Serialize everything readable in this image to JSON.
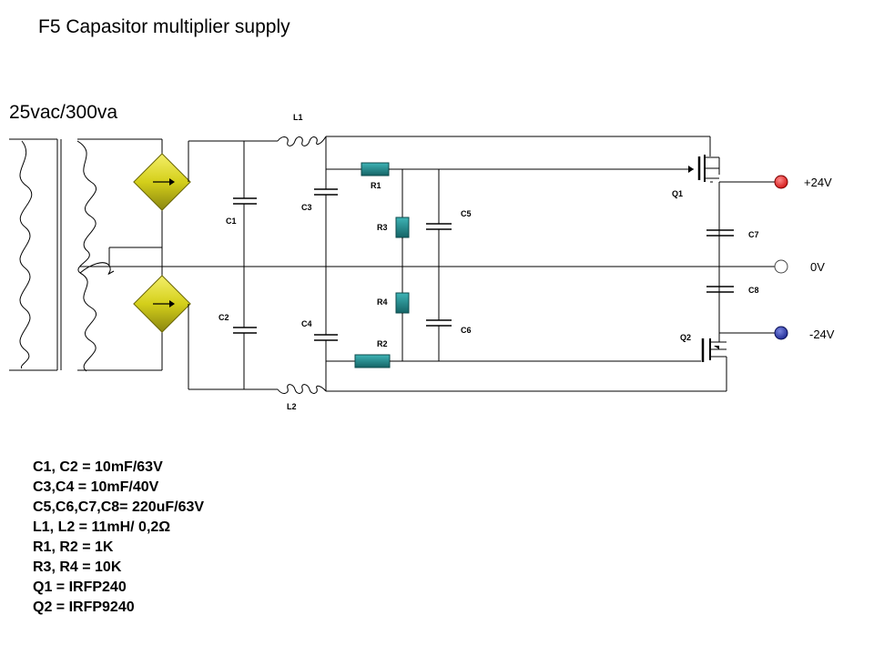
{
  "title": "F5 Capasitor multiplier supply",
  "supply_label": "25vac/300va",
  "components": {
    "L1": "L1",
    "L2": "L2",
    "C1": "C1",
    "C2": "C2",
    "C3": "C3",
    "C4": "C4",
    "C5": "C5",
    "C6": "C6",
    "C7": "C7",
    "C8": "C8",
    "R1": "R1",
    "R2": "R2",
    "R3": "R3",
    "R4": "R4",
    "Q1": "Q1",
    "Q2": "Q2"
  },
  "outputs": {
    "pos": "+24V",
    "zero": "0V",
    "neg": "-24V"
  },
  "colors": {
    "pos_terminal": "#e81c1c",
    "neg_terminal": "#2a3ab0",
    "zero_terminal": "#ffffff",
    "resistor": "#1f8e90",
    "bridge": "#d4cf1a"
  },
  "parts_list": [
    "C1, C2 = 10mF/63V",
    "C3,C4 = 10mF/40V",
    "C5,C6,C7,C8= 220uF/63V",
    "L1, L2 = 11mH/ 0,2Ω",
    "R1, R2 = 1K",
    "R3, R4 = 10K",
    "Q1 = IRFP240",
    "Q2 = IRFP9240"
  ]
}
